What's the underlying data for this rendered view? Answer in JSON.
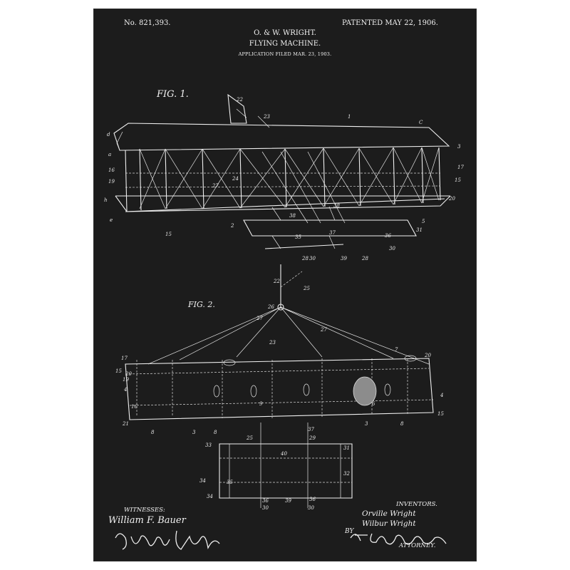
{
  "header": {
    "patent_no": "No. 821,393.",
    "patented": "PATENTED MAY 22, 1906.",
    "inventors_line": "O. & W. WRIGHT.",
    "title": "FLYING MACHINE.",
    "filed": "APPLICATION FILED MAR. 23, 1903."
  },
  "figures": {
    "fig1_label": "FIG. 1.",
    "fig2_label": "FIG. 2."
  },
  "footer": {
    "witnesses_label": "WITNESSES:",
    "witness_1": "William F. Bauer",
    "inventors_label": "INVENTORS.",
    "inventor_1": "Orville Wright",
    "inventor_2": "Wilbur Wright",
    "by_label": "BY",
    "attorney_label": "ATTORNEY."
  },
  "colors": {
    "background": "#1c1c1c",
    "ink": "#f2f2f2",
    "frame": "#ffffff"
  }
}
